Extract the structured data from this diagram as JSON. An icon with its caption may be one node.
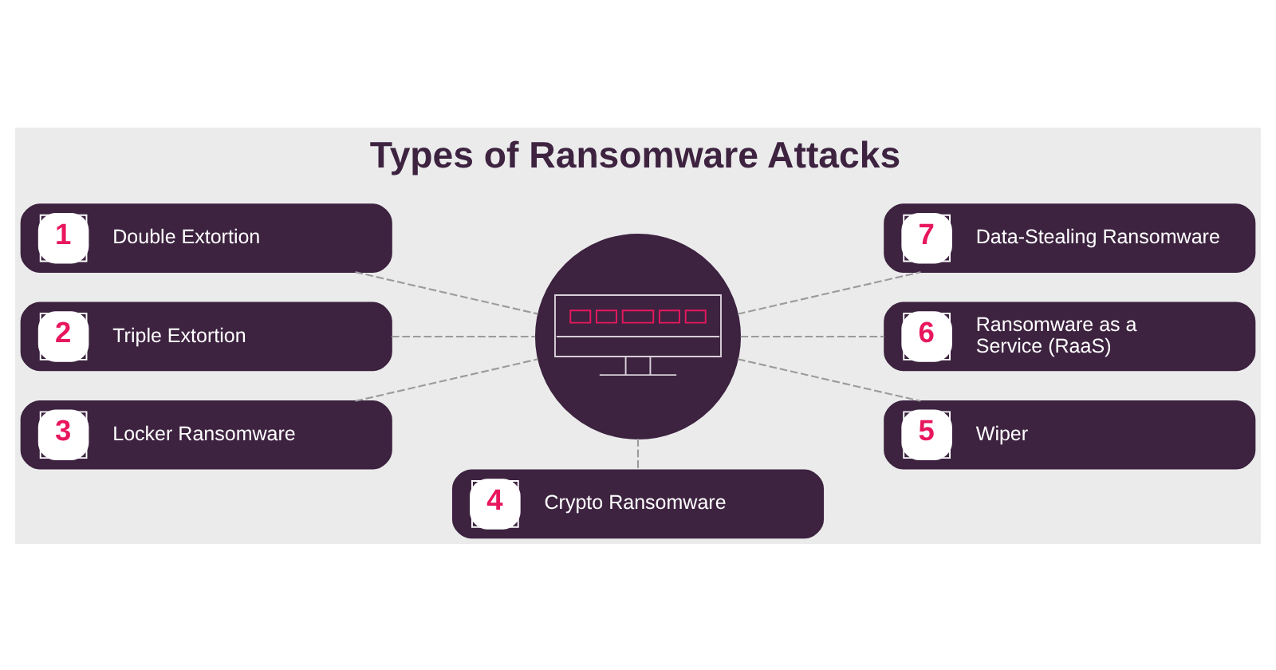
{
  "diagram": {
    "title": "Types of Ransomware Attacks",
    "nodes": [
      {
        "text": [
          "1",
          "Double Extortion"
        ]
      },
      {
        "text": [
          "7",
          "Data-Stealing Ransomware"
        ]
      },
      {
        "text": [],
        "shape": "circle"
      },
      {
        "text": [
          "2",
          "Triple Extortion"
        ]
      },
      {
        "text": [
          "6",
          "Ransomware as a Service (RaaS)"
        ]
      },
      {
        "text": [
          "3",
          "Locker Ransomware"
        ]
      },
      {
        "text": [
          "5",
          "Wiper"
        ]
      },
      {
        "text": [
          "4",
          "Crypto Ransomware"
        ]
      }
    ],
    "edges": [
      {
        "from": 0,
        "to": 2,
        "arrow": "none",
        "style": "dashed"
      },
      {
        "from": 2,
        "to": 1,
        "arrow": "none",
        "style": "dashed"
      },
      {
        "from": 3,
        "to": 2,
        "arrow": "none",
        "style": "dashed"
      },
      {
        "from": 2,
        "to": 4,
        "arrow": "none",
        "style": "dashed"
      },
      {
        "from": 5,
        "to": 2,
        "arrow": "none",
        "style": "dashed"
      },
      {
        "from": 2,
        "to": 6,
        "arrow": "none",
        "style": "dashed"
      },
      {
        "from": 2,
        "to": 7,
        "arrow": "none",
        "style": "dashed"
      }
    ]
  }
}
